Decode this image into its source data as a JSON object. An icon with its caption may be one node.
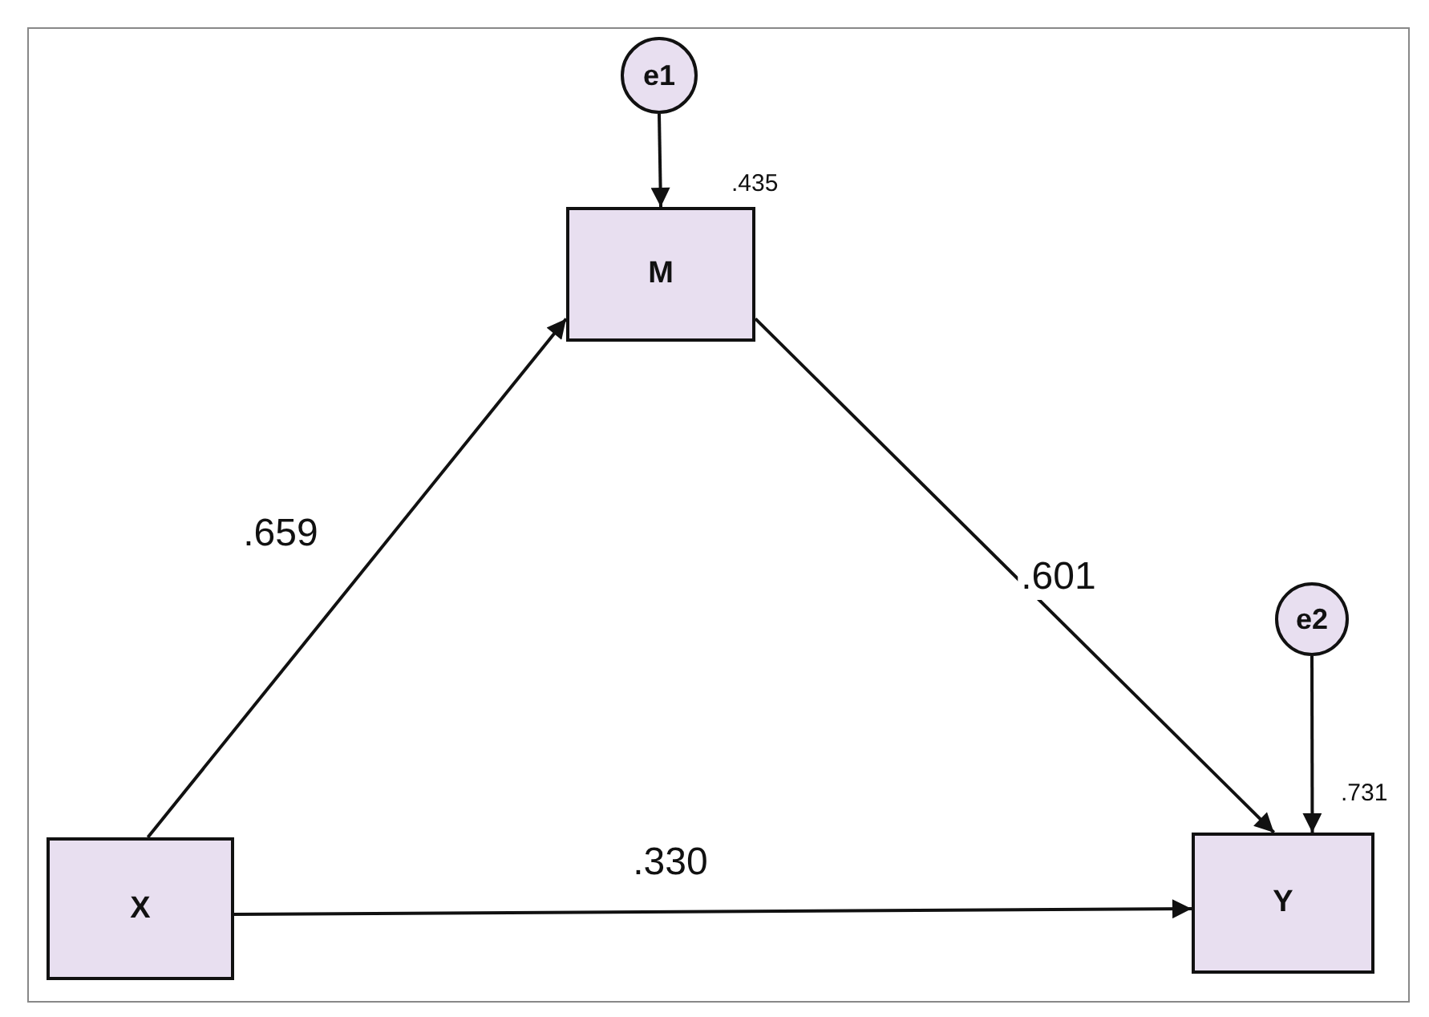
{
  "diagram": {
    "nodes": [
      {
        "text": [
          "e1"
        ]
      },
      {
        "text": [
          "M"
        ],
        "beside": [
          ".435"
        ]
      },
      {
        "text": [
          "e2"
        ]
      },
      {
        "text": [
          "X"
        ]
      },
      {
        "text": [
          "Y"
        ],
        "beside": [
          ".731"
        ]
      }
    ],
    "edges": [
      {
        "from": 0,
        "to": 1,
        "arrow": "to"
      },
      {
        "from": 3,
        "to": 1,
        "arrow": "to",
        "label": ".659"
      },
      {
        "from": 1,
        "to": 4,
        "arrow": "to",
        "label": ".601"
      },
      {
        "from": 3,
        "to": 4,
        "arrow": "to",
        "label": ".330"
      },
      {
        "from": 2,
        "to": 4,
        "arrow": "to"
      }
    ]
  }
}
